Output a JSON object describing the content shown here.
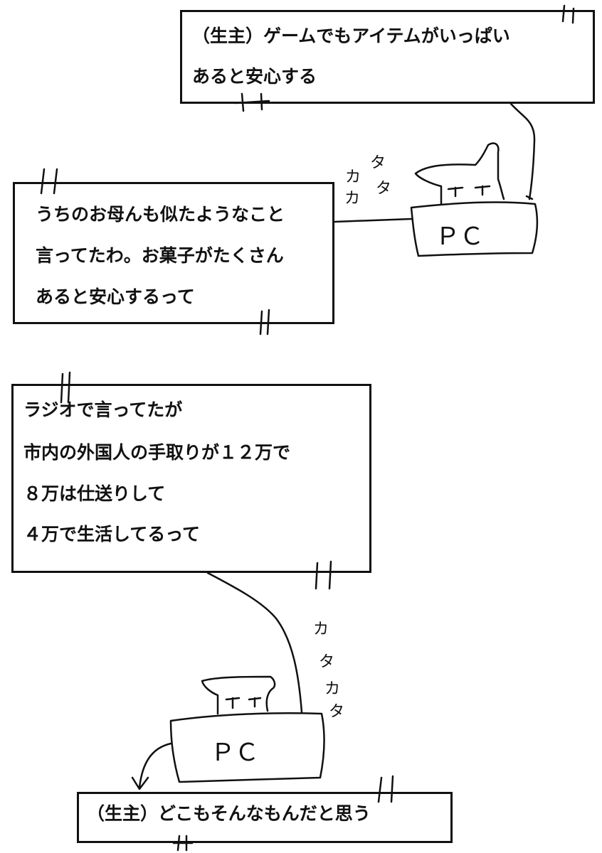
{
  "bubbles": {
    "top": {
      "lines": [
        "（生主）ゲームでもアイテムがいっぱい",
        "あると安心する"
      ]
    },
    "mother": {
      "lines": [
        "うちのお母んも似たようなこと",
        "言ってたわ。お菓子がたくさん",
        "あると安心するって"
      ]
    },
    "radio": {
      "lines": [
        "ラジオで言ってたが",
        "市内の外国人の手取りが１２万で",
        "８万は仕送りして",
        "４万で生活してるって"
      ]
    },
    "bottom": {
      "lines": [
        "（生主）どこもそんなもんだと思う"
      ]
    }
  },
  "sketch": {
    "pc_label": "ＰＣ",
    "typing_sfx_top": [
      "カ",
      "タ",
      "カ",
      "タ"
    ],
    "typing_sfx_bottom": [
      "カ",
      "タ",
      "カ",
      "タ"
    ]
  },
  "colors": {
    "ink": "#111111",
    "paper": "#ffffff"
  }
}
